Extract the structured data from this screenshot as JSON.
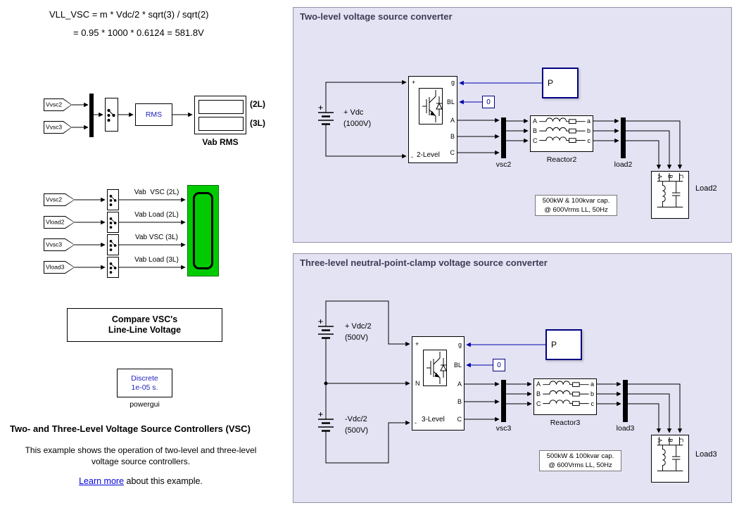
{
  "formula": {
    "line1": "VLL_VSC = m * Vdc/2 * sqrt(3) / sqrt(2)",
    "line2": "= 0.95 * 1000 * 0.6124 = 581.8V"
  },
  "rms_chain": {
    "tags": [
      "Vvsc2",
      "Vvsc3"
    ],
    "rms_label": "RMS",
    "display_labels": [
      "(2L)",
      "(3L)"
    ],
    "display_caption": "Vab RMS"
  },
  "scope_chain": {
    "tags": [
      "Vvsc2",
      "Vload2",
      "Vvsc3",
      "Vload3"
    ],
    "signal_labels": [
      "Vab  VSC (2L)",
      "Vab Load (2L)",
      "Vab VSC (3L)",
      "Vab Load (3L)"
    ]
  },
  "notes": {
    "compare_line1": "Compare VSC's",
    "compare_line2": "Line-Line Voltage"
  },
  "powergui": {
    "line1": "Discrete",
    "line2": "1e-05 s.",
    "caption": "powergui"
  },
  "heading": {
    "title": "Two- and Three-Level Voltage Source Controllers (VSC)",
    "desc_line1": "This example shows the operation of two-level and three-level",
    "desc_line2": "voltage source controllers.",
    "link_text": "Learn more",
    "link_suffix": " about this example."
  },
  "panel2l": {
    "title": "Two-level voltage source converter",
    "source": {
      "line1": "+ Vdc",
      "line2": "(1000V)"
    },
    "converter": {
      "label": "2-Level",
      "port_g": "g",
      "port_bl": "BL",
      "port_a": "A",
      "port_b": "B",
      "port_c": "C",
      "port_plus": "+",
      "port_minus": "-"
    },
    "pulse_label": "P",
    "constant_value": "0",
    "bus_vsc": "vsc2",
    "reactor": {
      "caption": "Reactor2",
      "left": [
        "A",
        "B",
        "C"
      ],
      "right": [
        "a",
        "b",
        "c"
      ]
    },
    "bus_load": "load2",
    "load": {
      "caption": "Load2",
      "ports": [
        "A",
        "B",
        "C"
      ]
    },
    "note_line1": "500kW & 100kvar cap.",
    "note_line2": "@ 600Vrms LL, 50Hz"
  },
  "panel3l": {
    "title": "Three-level neutral-point-clamp voltage source converter",
    "source1": {
      "line1": "+ Vdc/2",
      "line2": "(500V)"
    },
    "source2": {
      "line1": "-Vdc/2",
      "line2": "(500V)"
    },
    "converter": {
      "label": "3-Level",
      "port_g": "g",
      "port_bl": "BL",
      "port_a": "A",
      "port_b": "B",
      "port_c": "C",
      "port_plus": "+",
      "port_n": "N",
      "port_minus": "-"
    },
    "pulse_label": "P",
    "constant_value": "0",
    "bus_vsc": "vsc3",
    "reactor": {
      "caption": "Reactor3",
      "left": [
        "A",
        "B",
        "C"
      ],
      "right": [
        "a",
        "b",
        "c"
      ]
    },
    "bus_load": "load3",
    "load": {
      "caption": "Load3",
      "ports": [
        "A",
        "B",
        "C"
      ]
    },
    "note_line1": "500kW & 100kvar cap.",
    "note_line2": "@ 600Vrms LL, 50Hz"
  }
}
